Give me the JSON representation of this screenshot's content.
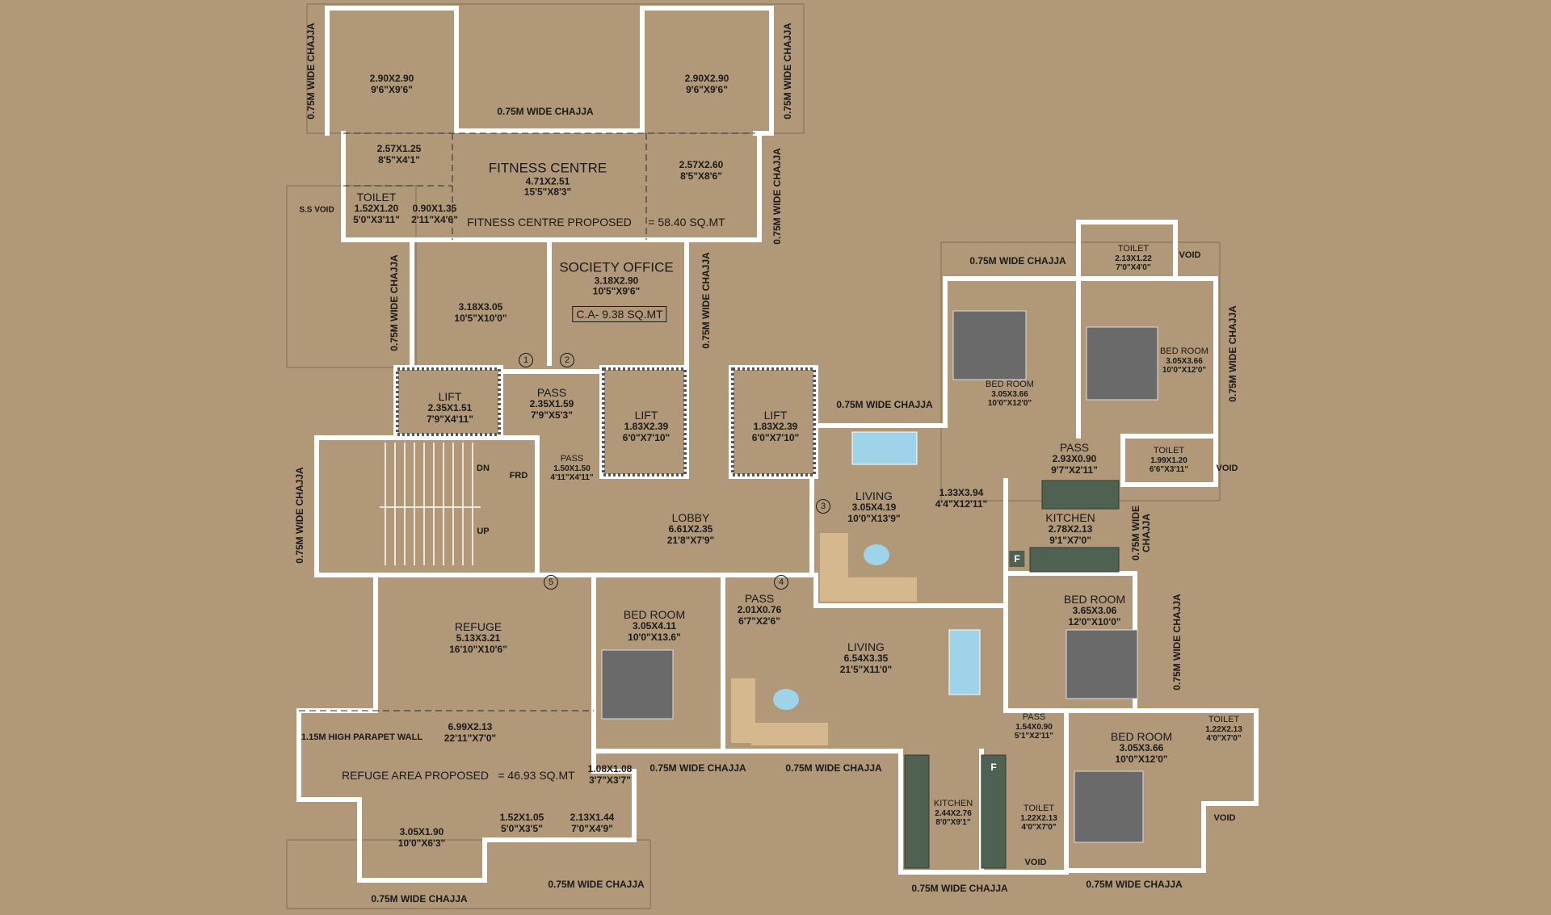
{
  "rooms": [
    {
      "title": "",
      "d1": "2.90X2.90",
      "d2": "9'6\"X9'6\""
    },
    {
      "title": "",
      "d1": "2.90X2.90",
      "d2": "9'6\"X9'6\""
    },
    {
      "title": "",
      "d1": "2.57X1.25",
      "d2": "8'5\"X4'1\""
    },
    {
      "title": "FITNESS CENTRE",
      "d1": "4.71X2.51",
      "d2": "15'5\"X8'3\""
    },
    {
      "title": "",
      "d1": "2.57X2.60",
      "d2": "8'5\"X8'6\""
    },
    {
      "title": "TOILET",
      "d1": "1.52X1.20",
      "d2": "5'0\"X3'11\""
    },
    {
      "title": "",
      "d1": "0.90X1.35",
      "d2": "2'11\"X4'6\""
    },
    {
      "title": "",
      "d1": "3.18X3.05",
      "d2": "10'5\"X10'0\""
    },
    {
      "title": "SOCIETY OFFICE",
      "d1": "3.18X2.90",
      "d2": "10'5\"X9'6\""
    },
    {
      "title": "LIFT",
      "d1": "2.35X1.51",
      "d2": "7'9\"X4'11\""
    },
    {
      "title": "PASS",
      "d1": "2.35X1.59",
      "d2": "7'9\"X5'3\""
    },
    {
      "title": "LIFT",
      "d1": "1.83X2.39",
      "d2": "6'0\"X7'10\""
    },
    {
      "title": "LIFT",
      "d1": "1.83X2.39",
      "d2": "6'0\"X7'10\""
    },
    {
      "title": "PASS",
      "d1": "1.50X1.50",
      "d2": "4'11\"X4'11\""
    },
    {
      "title": "LOBBY",
      "d1": "6.61X2.35",
      "d2": "21'8\"X7'9\""
    },
    {
      "title": "REFUGE",
      "d1": "5.13X3.21",
      "d2": "16'10\"X10'6\""
    },
    {
      "title": "",
      "d1": "6.99X2.13",
      "d2": "22'11\"X7'0\""
    },
    {
      "title": "",
      "d1": "1.08X1.08",
      "d2": "3'7\"X3'7\""
    },
    {
      "title": "",
      "d1": "3.05X1.90",
      "d2": "10'0\"X6'3\""
    },
    {
      "title": "",
      "d1": "1.52X1.05",
      "d2": "5'0\"X3'5\""
    },
    {
      "title": "",
      "d1": "2.13X1.44",
      "d2": "7'0\"X4'9\""
    },
    {
      "title": "BED ROOM",
      "d1": "3.05X4.11",
      "d2": "10'0\"X13.6\""
    },
    {
      "title": "PASS",
      "d1": "2.01X0.76",
      "d2": "6'7\"X2'6\""
    },
    {
      "title": "LIVING",
      "d1": "6.54X3.35",
      "d2": "21'5\"X11'0\""
    },
    {
      "title": "LIVING",
      "d1": "3.05X4.19",
      "d2": "10'0\"X13'9\""
    },
    {
      "title": "",
      "d1": "1.33X3.94",
      "d2": "4'4\"X12'11\""
    },
    {
      "title": "BED ROOM",
      "d1": "3.05X3.66",
      "d2": "10'0\"X12'0\""
    },
    {
      "title": "BED ROOM",
      "d1": "3.05X3.66",
      "d2": "10'0\"X12'0\""
    },
    {
      "title": "TOILET",
      "d1": "2.13X1.22",
      "d2": "7'0\"X4'0\""
    },
    {
      "title": "PASS",
      "d1": "2.93X0.90",
      "d2": "9'7\"X2'11\""
    },
    {
      "title": "TOILET",
      "d1": "1.99X1.20",
      "d2": "6'6\"X3'11\""
    },
    {
      "title": "KITCHEN",
      "d1": "2.78X2.13",
      "d2": "9'1\"X7'0\""
    },
    {
      "title": "BED ROOM",
      "d1": "3.65X3.06",
      "d2": "12'0\"X10'0\""
    },
    {
      "title": "PASS",
      "d1": "1.54X0.90",
      "d2": "5'1\"X2'11\""
    },
    {
      "title": "BED ROOM",
      "d1": "3.05X3.66",
      "d2": "10'0\"X12'0\""
    },
    {
      "title": "TOILET",
      "d1": "1.22X2.13",
      "d2": "4'0\"X7'0\""
    },
    {
      "title": "KITCHEN",
      "d1": "2.44X2.76",
      "d2": "8'0\"X9'1\""
    },
    {
      "title": "TOILET",
      "d1": "1.22X2.13",
      "d2": "4'0\"X7'0\""
    }
  ],
  "chajja_label": "0.75M WIDE CHAJJA",
  "chajja_split": [
    "0.75M WIDE",
    "CHAJJA"
  ],
  "notes": {
    "fitness_proposed": "FITNESS CENTRE PROPOSED",
    "fitness_area": "= 58.40 SQ.MT",
    "ca": "C.A- 9.38 SQ.MT",
    "refuge_proposed": "REFUGE AREA PROPOSED",
    "refuge_area": "= 46.93 SQ.MT",
    "parapet": "1.15M HIGH PARAPET WALL",
    "ss_void": "S.S  VOID",
    "void": "VOID",
    "dn": "DN",
    "up": "UP",
    "frd": "FRD",
    "fridge": "F"
  },
  "markers": [
    "1",
    "2",
    "3",
    "4",
    "5"
  ],
  "colors": {
    "background": "#b09879",
    "wall": "#ffffff",
    "text": "#1a1a1a",
    "counter": "#4f6151",
    "furniture": "#d6b88f",
    "floor": "#6a6a6a",
    "water": "#9fd3ea"
  }
}
